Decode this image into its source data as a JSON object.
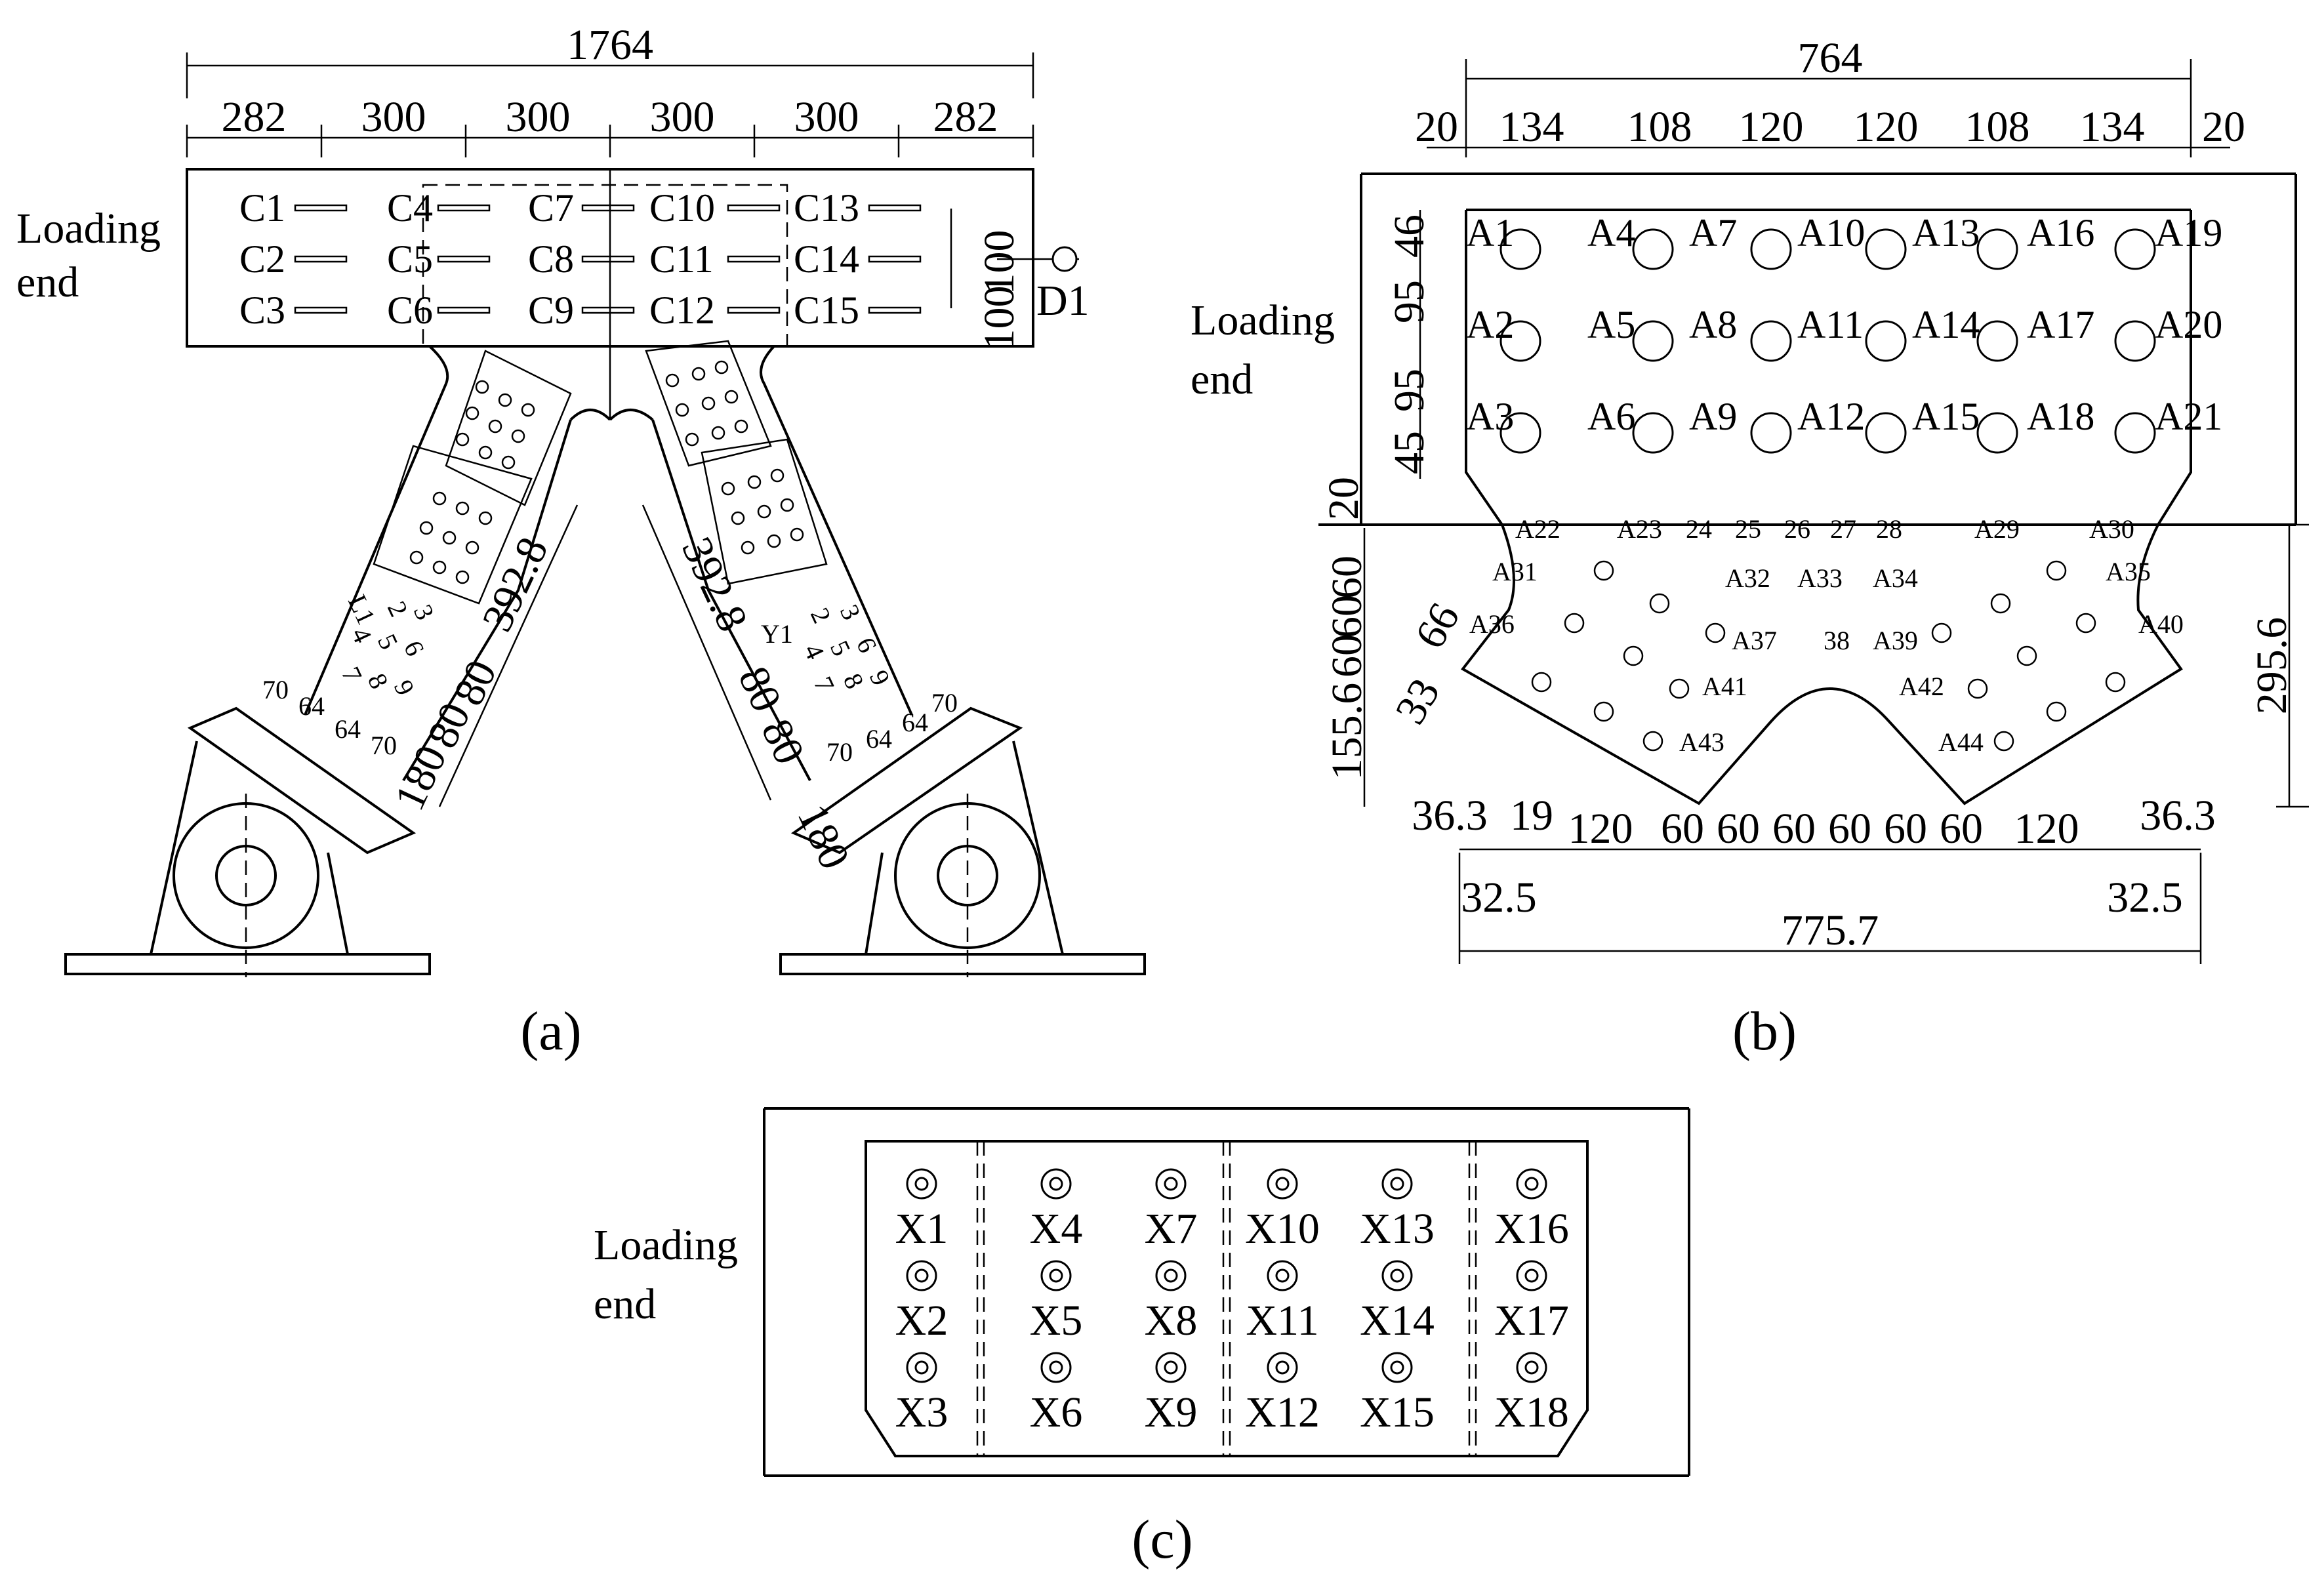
{
  "panel_a": {
    "caption": "(a)",
    "loading_end": [
      "Loading",
      "end"
    ],
    "overall": "1764",
    "segments": [
      "282",
      "300",
      "300",
      "300",
      "300",
      "282"
    ],
    "gauges": [
      "C1",
      "C2",
      "C3",
      "C4",
      "C5",
      "C6",
      "C7",
      "C8",
      "C9",
      "C10",
      "C11",
      "C12",
      "C13",
      "C14",
      "C15"
    ],
    "right_dims": [
      "100",
      "100"
    ],
    "d1": "D1",
    "brace_dim": "392.8",
    "left_labels": [
      "L1",
      "2",
      "3",
      "4",
      "5",
      "6",
      "7",
      "8",
      "9"
    ],
    "right_labels": [
      "Y1",
      "2",
      "3",
      "4",
      "5",
      "6",
      "7",
      "8",
      "9"
    ],
    "base_dims": [
      "70",
      "64",
      "64",
      "70"
    ],
    "edge_dims": [
      "180",
      "80",
      "80"
    ]
  },
  "panel_b": {
    "caption": "(b)",
    "loading_end": [
      "Loading",
      "end"
    ],
    "overall": "764",
    "segments": [
      "20",
      "134",
      "108",
      "120",
      "120",
      "108",
      "134",
      "20"
    ],
    "left_dims": [
      "46",
      "95",
      "95",
      "45",
      "20"
    ],
    "lower_left_dims": [
      "155.6",
      "60",
      "60",
      "60",
      "66",
      "33"
    ],
    "right_dim": "295.6",
    "bottom_dims": [
      "36.3",
      "19",
      "120",
      "60",
      "60",
      "60",
      "60",
      "60",
      "60",
      "120",
      "36.3"
    ],
    "edge_dims": [
      "32.5",
      "32.5"
    ],
    "total_bottom": "775.7",
    "gauges": [
      "A1",
      "A2",
      "A3",
      "A4",
      "A5",
      "A6",
      "A7",
      "A8",
      "A9",
      "A10",
      "A11",
      "A12",
      "A13",
      "A14",
      "A15",
      "A16",
      "A17",
      "A18",
      "A19",
      "A20",
      "A21",
      "A22",
      "A23",
      "24",
      "25",
      "26",
      "27",
      "28",
      "A29",
      "A30",
      "A31",
      "A32",
      "A33",
      "A34",
      "A35",
      "A36",
      "A37",
      "38",
      "A39",
      "A40",
      "A41",
      "A42",
      "A43",
      "A44"
    ]
  },
  "panel_c": {
    "caption": "(c)",
    "loading_end": [
      "Loading",
      "end"
    ],
    "gauges": [
      "X1",
      "X2",
      "X3",
      "X4",
      "X5",
      "X6",
      "X7",
      "X8",
      "X9",
      "X10",
      "X11",
      "X12",
      "X13",
      "X14",
      "X15",
      "X16",
      "X17",
      "X18"
    ]
  }
}
